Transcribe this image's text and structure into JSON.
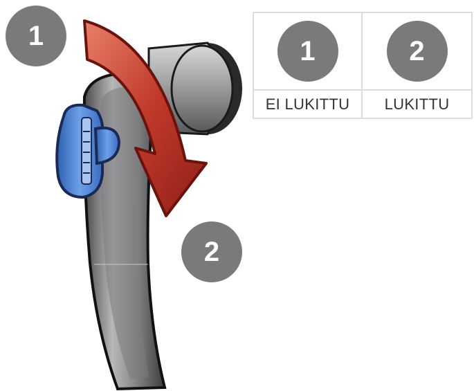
{
  "markers": {
    "first": "1",
    "second": "2"
  },
  "legend": {
    "items": [
      {
        "number": "1",
        "label": "EI LUKITTU"
      },
      {
        "number": "2",
        "label": "LUKITTU"
      }
    ]
  },
  "colors": {
    "marker": "#7a7a7c",
    "arrow": "#c0392b",
    "handle": "#9a9a9c",
    "key": "#4f86d6",
    "border": "#dcdcdc"
  },
  "icons": {
    "rotation_arrow": "curved-down-arrow-icon",
    "handle": "window-handle-icon",
    "lock_key": "lock-key-icon"
  }
}
